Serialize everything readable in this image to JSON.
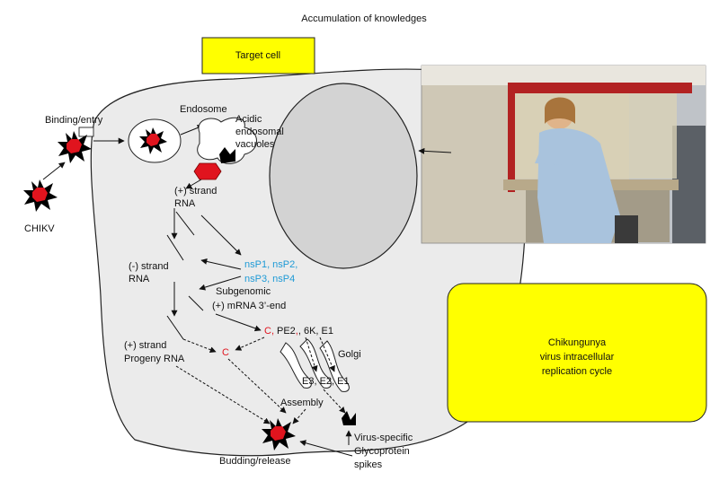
{
  "header": {
    "title": "Accumulation of knowledges"
  },
  "target_cell": {
    "label": "Target cell"
  },
  "labels": {
    "binding_entry": "Binding/entry",
    "chikv": "CHIKV",
    "endosome": "Endosome",
    "acidic_1": "Acidic",
    "acidic_2": "endosomal",
    "acidic_3": "vacuoles",
    "plus_strand_1": "(+) strand",
    "plus_strand_2": "RNA",
    "minus_strand_1": "(-) strand",
    "minus_strand_2": "RNA",
    "nsp_line1": "nsP1, nsP2,",
    "nsp_line2": "nsP3, nsP4",
    "subgenomic_1": "Subgenomic",
    "subgenomic_2": "(+) mRNA 3’-end",
    "structural_c": "C,",
    "structural_pe2": "PE2",
    "structural_rest": ", 6K, E1",
    "capsid_c": "C",
    "golgi": "Golgi",
    "e3_e2_e1": "E3, E2, E1",
    "progeny_1": "(+) strand",
    "progeny_2": "Progeny RNA",
    "assembly": "Assembly",
    "virus_specific_1": "Virus-specific",
    "virus_specific_2": "Glycoprotein",
    "virus_specific_3": "spikes",
    "budding": "Budding/release"
  },
  "cycle_box": {
    "line1": "Chikungunya",
    "line2": "virus intracellular",
    "line3": "replication cycle"
  },
  "colors": {
    "box_yellow": "#ffff00",
    "cell_fill": "#ebebeb",
    "nucleus_fill": "#d3d3d3",
    "virus_red": "#e0141e",
    "nsp_blue": "#1e9ad6"
  }
}
